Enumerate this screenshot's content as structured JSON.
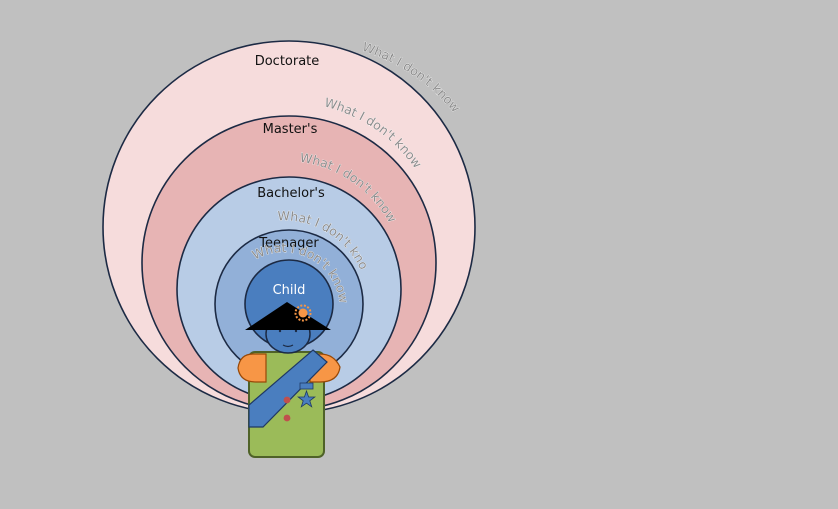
{
  "colors": {
    "background": "#c0c0c0",
    "doctorate": "#f6dcdc",
    "masters": "#e7b4b4",
    "bachelors": "#b8cce6",
    "teenager": "#92b0d8",
    "child": "#4a7ebf",
    "outline": "#1c2a44",
    "body": "#9bbb59",
    "sash": "#4a7ebf",
    "shoulders": "#f79646",
    "hat": "#000000",
    "badge": "#f79646",
    "buttons": "#c0504d"
  },
  "levels": [
    {
      "name": "Doctorate",
      "label": "Doctorate",
      "arc_text": "What I don't know"
    },
    {
      "name": "Masters",
      "label": "Master's",
      "arc_text": "What I don't know"
    },
    {
      "name": "Bachelors",
      "label": "Bachelor's",
      "arc_text": "What I don't know"
    },
    {
      "name": "Teenager",
      "label": "Teenager",
      "arc_text": "What I don't know"
    },
    {
      "name": "Child",
      "label": "Child",
      "arc_text": "What I don't know"
    }
  ],
  "figure": {
    "head_icon": "face-icon",
    "hat_icon": "conical-hat-icon",
    "badge_icon": "sun-badge-icon",
    "medal_icon": "star-medal-icon"
  }
}
